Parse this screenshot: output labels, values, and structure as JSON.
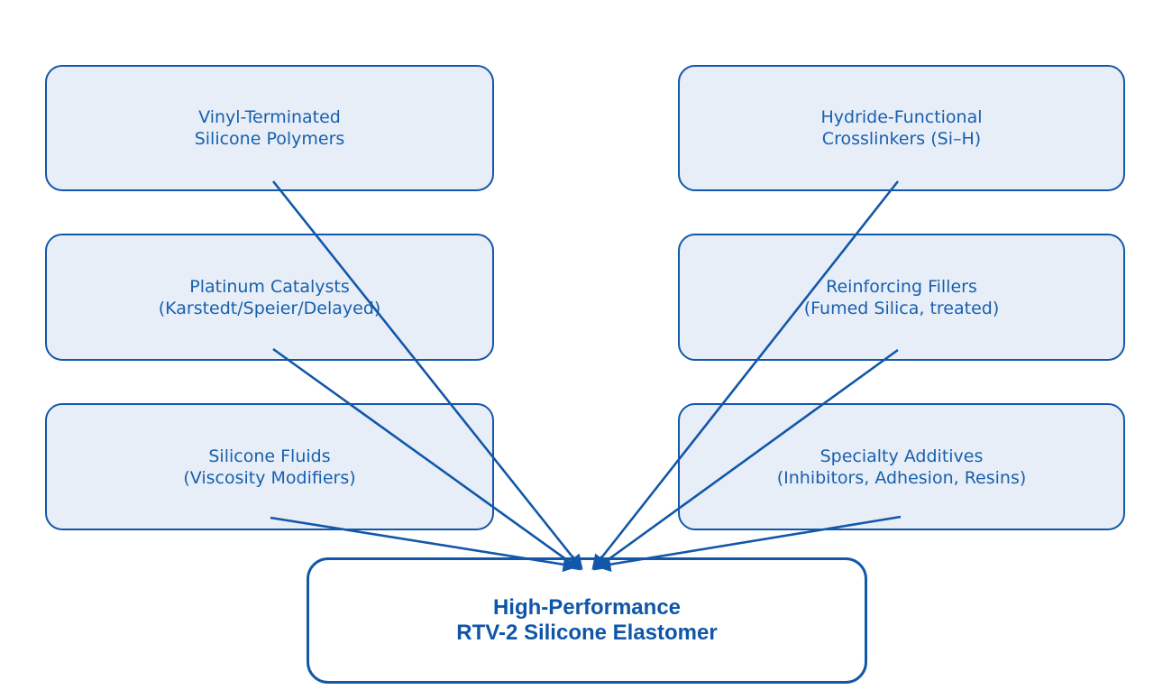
{
  "diagram": {
    "title_hint": "RTV-2 silicone elastomer formulation components diagram",
    "colors": {
      "background": "#ffffff",
      "box_fill": "#E8EEF8",
      "box_border": "#1257A9",
      "box_text": "#1760AE",
      "connector": "#1257A9",
      "target_fill": "#ffffff",
      "target_border": "#1257A9",
      "target_text": "#0F56A8"
    },
    "source_boxes": [
      {
        "id": "vinyl-terminated-silicone-polymers",
        "line1": "Vinyl-Terminated",
        "line2": "Silicone Polymers"
      },
      {
        "id": "hydride-functional-crosslinkers",
        "line1": "Hydride-Functional",
        "line2": "Crosslinkers (Si–H)"
      },
      {
        "id": "platinum-catalysts",
        "line1": "Platinum Catalysts",
        "line2": "(Karstedt/Speier/Delayed)"
      },
      {
        "id": "reinforcing-fillers",
        "line1": "Reinforcing Fillers",
        "line2": "(Fumed Silica, treated)"
      },
      {
        "id": "silicone-fluids",
        "line1": "Silicone Fluids",
        "line2": "(Viscosity Modifiers)"
      },
      {
        "id": "specialty-additives",
        "line1": "Specialty Additives",
        "line2": "(Inhibitors, Adhesion, Resins)"
      }
    ],
    "target_box": {
      "id": "high-performance-rtv2-silicone-elastomer",
      "line1": "High-Performance",
      "line2": "RTV-2 Silicone Elastomer"
    }
  }
}
